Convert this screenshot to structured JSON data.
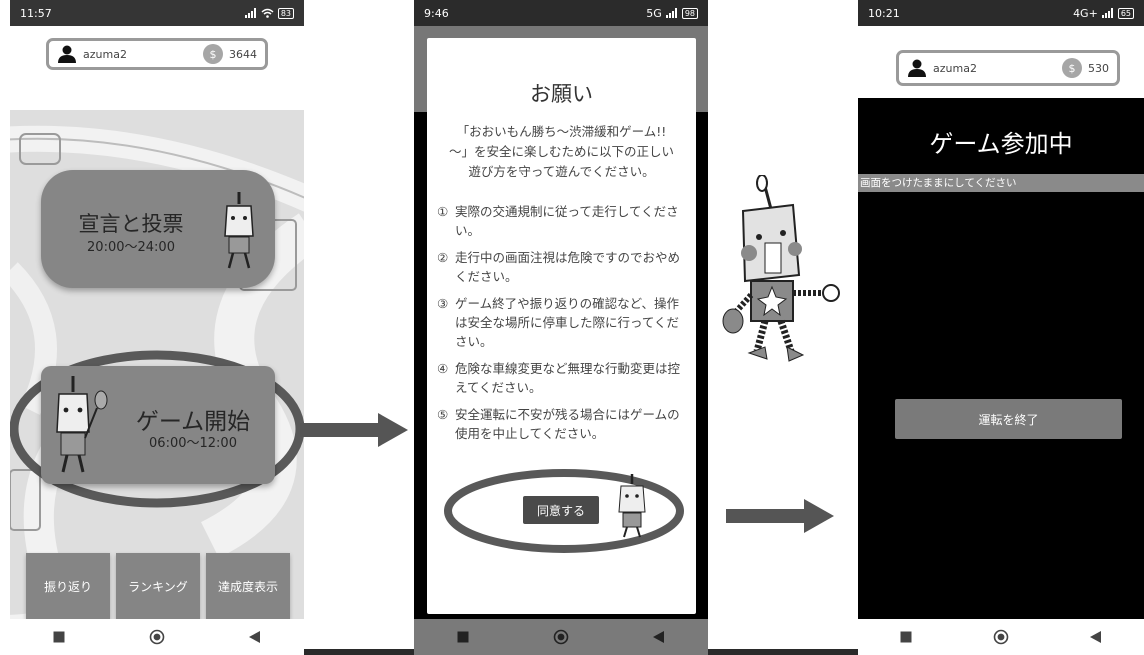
{
  "screen1": {
    "status_time": "11:57",
    "status_battery": "83",
    "username": "azuma2",
    "coin_symbol": "$",
    "points": "3644",
    "declare_vote": {
      "title": "宣言と投票",
      "time": "20:00〜24:00"
    },
    "game_start": {
      "title": "ゲーム開始",
      "time": "06:00〜12:00"
    },
    "bottom_buttons": [
      "振り返り",
      "ランキング",
      "達成度表示"
    ]
  },
  "screen2": {
    "status_time": "9:46",
    "status_battery": "98",
    "status_network": "5G",
    "dialog_title": "お願い",
    "intro": "「おおいもん勝ち〜渋滞緩和ゲーム!! 〜」を安全に楽しむために以下の正しい遊び方を守って遊んでください。",
    "rules": [
      {
        "num": "①",
        "text": "実際の交通規制に従って走行してください。"
      },
      {
        "num": "②",
        "text": "走行中の画面注視は危険ですのでおやめください。"
      },
      {
        "num": "③",
        "text": "ゲーム終了や振り返りの確認など、操作は安全な場所に停車した際に行ってください。"
      },
      {
        "num": "④",
        "text": "危険な車線変更など無理な行動変更は控えてください。"
      },
      {
        "num": "⑤",
        "text": "安全運転に不安が残る場合にはゲームの使用を中止してください。"
      }
    ],
    "agree_label": "同意する"
  },
  "screen3": {
    "status_time": "10:21",
    "status_battery": "65",
    "status_network": "4G+",
    "username": "azuma2",
    "coin_symbol": "$",
    "points": "530",
    "title": "ゲーム参加中",
    "notice": "画面をつけたままにしてください",
    "end_label": "運転を終了"
  },
  "colors": {
    "button_gray": "#868686",
    "highlight_ellipse": "#595959",
    "arrow": "#555555",
    "dark_screen": "#000000"
  },
  "icons": [
    "user-icon",
    "coin-icon",
    "wifi-icon",
    "signal-icon",
    "battery-icon",
    "home-icon",
    "back-icon",
    "recent-apps-icon",
    "mascot-icon",
    "arrow-right-icon"
  ]
}
